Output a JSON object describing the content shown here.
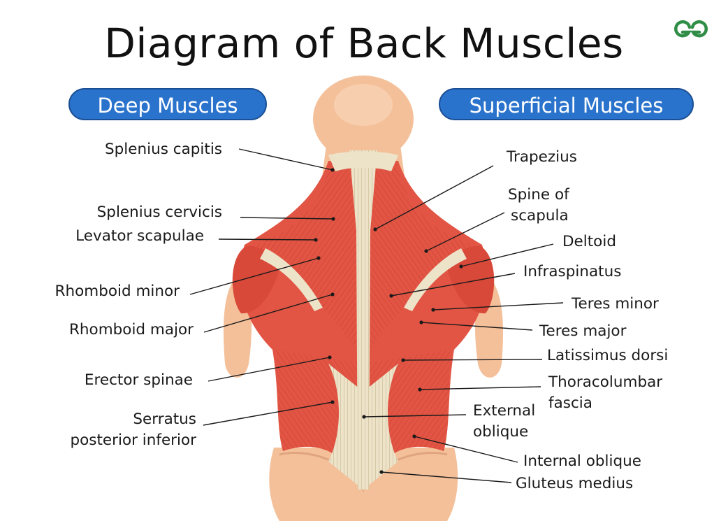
{
  "title": "Diagram of Back Muscles",
  "logo_text": "GG",
  "colors": {
    "accent_pill": "#2a73cc",
    "logo_green": "#2f8d46",
    "skin": "#f4c09a",
    "muscle": "#e25544",
    "tendon": "#ede3c9"
  },
  "sections": {
    "deep": "Deep Muscles",
    "superficial": "Superficial Muscles"
  },
  "labels": {
    "splenius_capitis": "Splenius capitis",
    "splenius_cervicis": "Splenius cervicis",
    "levator_scapulae": "Levator scapulae",
    "rhomboid_minor": "Rhomboid minor",
    "rhomboid_major": "Rhomboid major",
    "erector_spinae": "Erector spinae",
    "serratus_1": "Serratus",
    "serratus_2": "posterior inferior",
    "trapezius": "Trapezius",
    "spine_scapula_1": "Spine of",
    "spine_scapula_2": "scapula",
    "deltoid": "Deltoid",
    "infraspinatus": "Infraspinatus",
    "teres_minor": "Teres minor",
    "teres_major": "Teres major",
    "latissimus_dorsi": "Latissimus dorsi",
    "thoracolumbar_1": "Thoracolumbar",
    "thoracolumbar_2": "fascia",
    "external_oblique_1": "External",
    "external_oblique_2": "oblique",
    "internal_oblique": "Internal oblique",
    "gluteus_medius": "Gluteus medius"
  }
}
